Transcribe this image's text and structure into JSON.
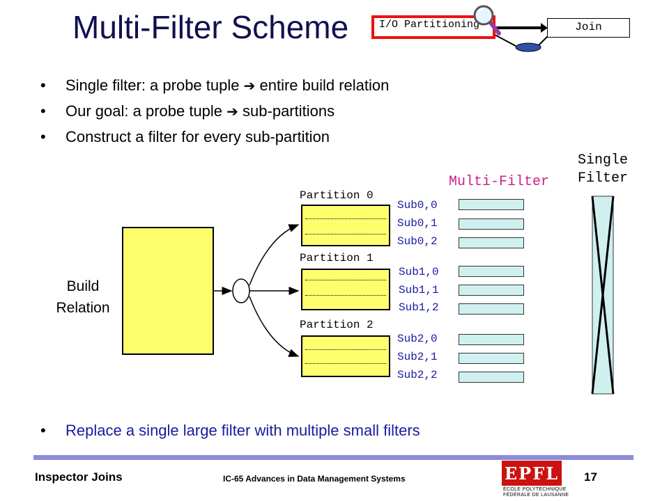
{
  "slide": {
    "title": "Multi-Filter Scheme",
    "bullets": [
      {
        "before": "Single filter:  a probe tuple ",
        "arrow": "➔",
        "after": " entire build relation"
      },
      {
        "before": "Our goal: a probe tuple ",
        "arrow": "➔",
        "after": " sub-partitions"
      },
      {
        "before": "Construct a filter for every sub-partition",
        "arrow": "",
        "after": ""
      }
    ],
    "bottom_bullet": "Replace a single large filter with multiple small filters",
    "bullet_marker": "•"
  },
  "header_diagram": {
    "io_partitioning_label": "I/O Partitioning",
    "join_label": "Join",
    "colors": {
      "io_box_border": "#ee1111",
      "oval": "#3050a8",
      "magnifier_handle": "#9a3aa0"
    }
  },
  "diagram": {
    "build_relation": {
      "line1": "Build",
      "line2": "Relation",
      "fill": "#ffff6e"
    },
    "partitions": [
      {
        "label": "Partition 0",
        "subs": [
          "Sub0,0",
          "Sub0,1",
          "Sub0,2"
        ]
      },
      {
        "label": "Partition 1",
        "subs": [
          "Sub1,0",
          "Sub1,1",
          "Sub1,2"
        ]
      },
      {
        "label": "Partition 2",
        "subs": [
          "Sub2,0",
          "Sub2,1",
          "Sub2,2"
        ]
      }
    ],
    "multi_filter_label": "Multi-Filter",
    "single_filter": {
      "line1": "Single",
      "line2": "Filter"
    },
    "colors": {
      "partition_fill": "#ffff6e",
      "filter_fill": "#d0f0f0",
      "multi_filter_text": "#c8228a",
      "sub_text": "#1a1aa0"
    }
  },
  "footer": {
    "left": "Inspector Joins",
    "center": "IC-65 Advances in Data Management Systems",
    "page_number": "17",
    "logo": {
      "text": "EPFL",
      "line1": "ÉCOLE POLYTECHNIQUE",
      "line2": "FÉDÉRALE DE LAUSANNE"
    },
    "bar_color": "#8c8cd8"
  }
}
